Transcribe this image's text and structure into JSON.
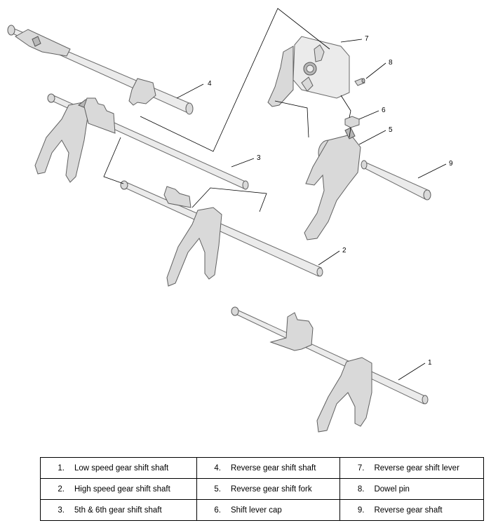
{
  "callouts": [
    "1",
    "2",
    "3",
    "4",
    "5",
    "6",
    "7",
    "8",
    "9"
  ],
  "legend": [
    [
      {
        "num": "1.",
        "label": "Low speed gear shift shaft"
      },
      {
        "num": "4.",
        "label": "Reverse gear shift shaft"
      },
      {
        "num": "7.",
        "label": "Reverse gear shift lever"
      }
    ],
    [
      {
        "num": "2.",
        "label": "High speed gear shift shaft"
      },
      {
        "num": "5.",
        "label": "Reverse gear shift fork"
      },
      {
        "num": "8.",
        "label": "Dowel pin"
      }
    ],
    [
      {
        "num": "3.",
        "label": "5th & 6th gear shift shaft"
      },
      {
        "num": "6.",
        "label": "Shift lever cap"
      },
      {
        "num": "9.",
        "label": "Reverse gear shaft"
      }
    ]
  ]
}
